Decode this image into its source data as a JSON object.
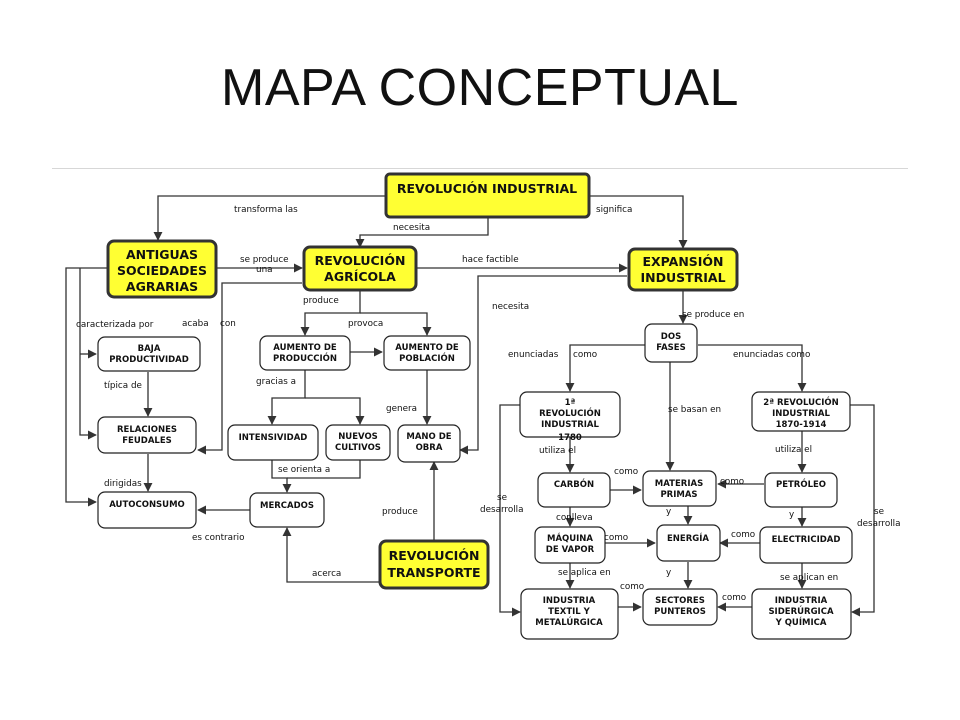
{
  "title": "MAPA CONCEPTUAL",
  "nodes": {
    "revolucion_industrial": [
      "REVOLUCIÓN INDUSTRIAL"
    ],
    "antiguas": [
      "ANTIGUAS",
      "SOCIEDADES",
      "AGRARIAS"
    ],
    "rev_agricola": [
      "REVOLUCIÓN",
      "AGRÍCOLA"
    ],
    "expansion": [
      "EXPANSIÓN",
      "INDUSTRIAL"
    ],
    "baja": [
      "BAJA",
      "PRODUCTIVIDAD"
    ],
    "relaciones": [
      "RELACIONES",
      "FEUDALES"
    ],
    "autoconsumo": [
      "AUTOCONSUMO"
    ],
    "aumento_produccion": [
      "AUMENTO DE",
      "PRODUCCIÓN"
    ],
    "aumento_poblacion": [
      "AUMENTO DE",
      "POBLACIÓN"
    ],
    "intensividad": [
      "INTENSIVIDAD"
    ],
    "nuevos_cultivos": [
      "NUEVOS",
      "CULTIVOS"
    ],
    "mano_obra": [
      "MANO DE",
      "OBRA"
    ],
    "mercados": [
      "MERCADOS"
    ],
    "rev_transporte": [
      "REVOLUCIÓN",
      "TRANSPORTE"
    ],
    "dos_fases": [
      "DOS",
      "FASES"
    ],
    "primera_rev": [
      "1ª",
      "REVOLUCIÓN",
      "INDUSTRIAL",
      "1780"
    ],
    "segunda_rev": [
      "2ª REVOLUCIÓN",
      "INDUSTRIAL",
      "1870-1914"
    ],
    "carbon": [
      "CARBÓN"
    ],
    "materias": [
      "MATERIAS",
      "PRIMAS"
    ],
    "petroleo": [
      "PETRÓLEO"
    ],
    "maquina": [
      "MÁQUINA",
      "DE VAPOR"
    ],
    "energia": [
      "ENERGÍA"
    ],
    "electricidad": [
      "ELECTRICIDAD"
    ],
    "textil": [
      "INDUSTRIA",
      "TEXTIL Y",
      "METALÚRGICA"
    ],
    "sectores": [
      "SECTORES",
      "PUNTEROS"
    ],
    "siderurgica": [
      "INDUSTRIA",
      "SIDERÚRGICA",
      "Y QUÍMICA"
    ]
  },
  "links": {
    "transforma": "transforma las",
    "necesita1": "necesita",
    "significa": "significa",
    "se_produce": "se produce",
    "una": "una",
    "hace_factible": "hace factible",
    "necesita2": "necesita",
    "produce1": "produce",
    "provoca": "provoca",
    "caracterizada": "caracterizada por",
    "acaba": "acaba",
    "con": "con",
    "tipica": "típica de",
    "gracias": "gracias a",
    "genera": "genera",
    "orienta": "se orienta a",
    "dirigidas": "dirigidas",
    "contrario": "es contrario",
    "produce2": "produce",
    "acerca": "acerca",
    "se_produce_en": "se produce en",
    "enunciadas1": "enunciadas",
    "como1": "como",
    "enunciadas2": "enunciadas como",
    "se_basan": "se basan en",
    "utiliza1": "utiliza el",
    "utiliza2": "utiliza el",
    "como2": "como",
    "como3": "como",
    "conlleva": "conlleva",
    "y1": "y",
    "y2": "y",
    "como4": "como",
    "como5": "como",
    "se_desarrolla1a": "se",
    "se_desarrolla1b": "desarrolla",
    "se_desarrolla2a": "se",
    "se_desarrolla2b": "desarrolla",
    "aplica": "se aplica en",
    "y3": "y",
    "como6": "como",
    "como7": "como",
    "aplican": "se aplican en"
  }
}
